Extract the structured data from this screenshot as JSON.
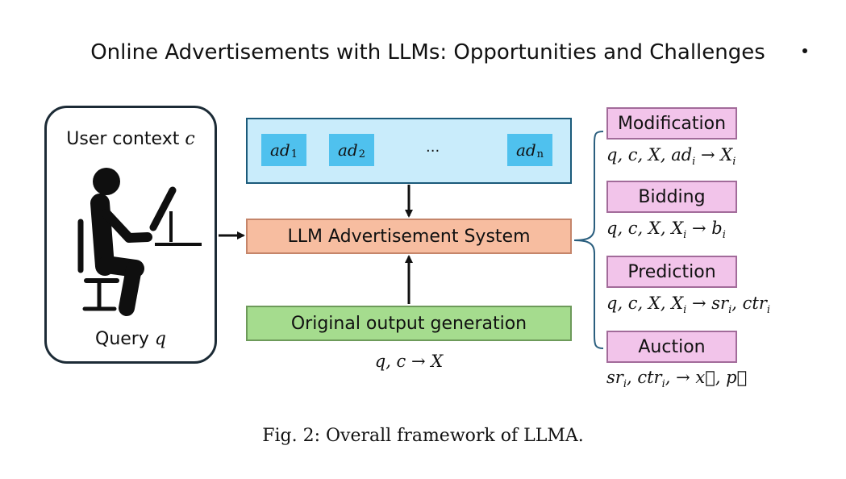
{
  "header": {
    "title": "Online Advertisements with LLMs: Opportunities and Challenges"
  },
  "user_panel": {
    "context_label": "User context",
    "context_var": "c",
    "query_label": "Query",
    "query_var": "q"
  },
  "ads": {
    "items": [
      "ad_1",
      "ad_2",
      "ad_n"
    ],
    "ellipsis": "..."
  },
  "system": {
    "label": "LLM Advertisement System"
  },
  "original": {
    "label": "Original output generation",
    "formula": "q, c → X"
  },
  "steps": [
    {
      "label": "Modification",
      "formula": "q, c, X, ad_i → X_i"
    },
    {
      "label": "Bidding",
      "formula": "q, c, X, X_i → b_i"
    },
    {
      "label": "Prediction",
      "formula": "q, c, X, X_i → sr_i, ctr_i"
    },
    {
      "label": "Auction",
      "formula": "sr_i, ctr_i, → x⃗, p⃗"
    }
  ],
  "caption": "Fig. 2: Overall framework of LLMA."
}
